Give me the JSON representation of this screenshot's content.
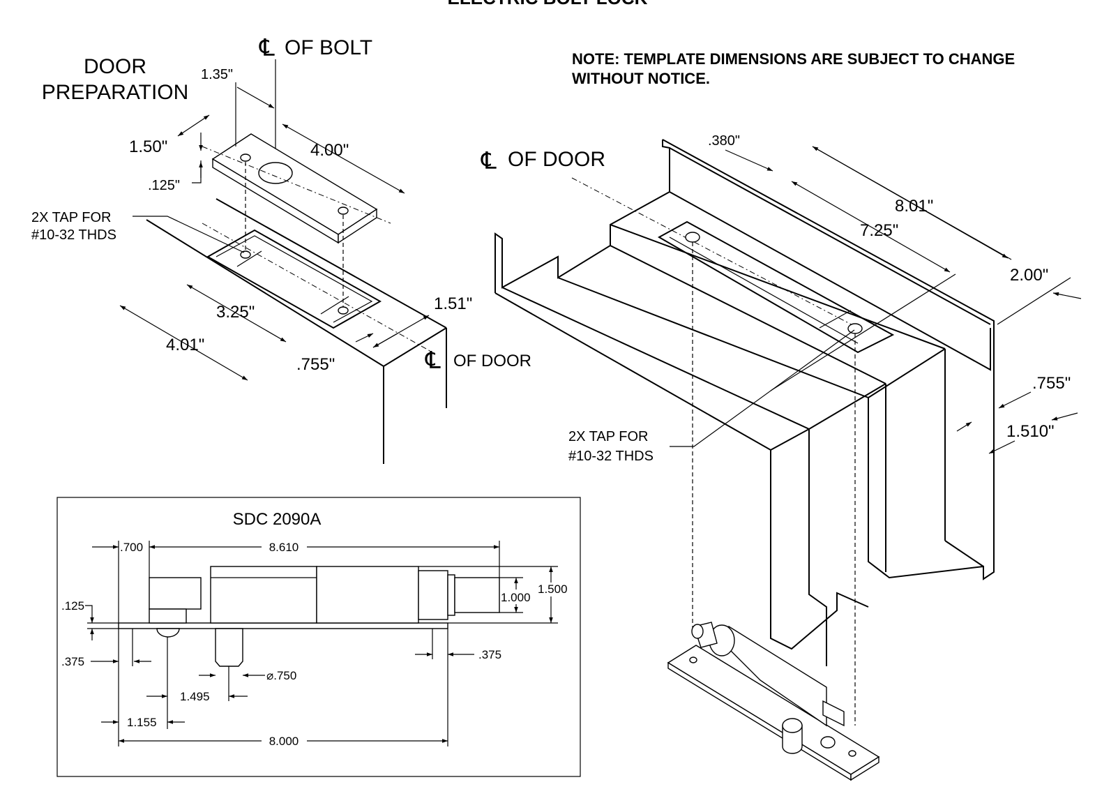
{
  "title": "ELECTRIC BOLT LOCK",
  "note": {
    "line1": "NOTE: TEMPLATE DIMENSIONS ARE SUBJECT TO CHANGE",
    "line2": "WITHOUT NOTICE."
  },
  "door_prep": {
    "title_line1": "DOOR",
    "title_line2": "PREPARATION",
    "cl_bolt": "OF BOLT",
    "cl_door": "OF DOOR",
    "tap_line1": "2X TAP FOR",
    "tap_line2": "#10-32 THDS",
    "dims": {
      "d135": "1.35\"",
      "d400": "4.00\"",
      "d150": "1.50\"",
      "d125": ".125\"",
      "d325": "3.25\"",
      "d401": "4.01\"",
      "d151": "1.51\"",
      "d755": ".755\""
    }
  },
  "frame_prep": {
    "cl_door": "OF DOOR",
    "tap_line1": "2X TAP FOR",
    "tap_line2": "#10-32 THDS",
    "dims": {
      "d380": ".380\"",
      "d801": "8.01\"",
      "d725": "7.25\"",
      "d200": "2.00\"",
      "d755": ".755\"",
      "d1510": "1.510\""
    }
  },
  "side_view": {
    "model": "SDC 2090A",
    "dims": {
      "d700": ".700",
      "d8610": "8.610",
      "d125": ".125",
      "d1000": "1.000",
      "d1500": "1.500",
      "d375a": ".375",
      "d375b": ".375",
      "d750": "⌀.750",
      "d1495": "1.495",
      "d1155": "1.155",
      "d8000": "8.000"
    }
  },
  "cl_symbol": "℄"
}
